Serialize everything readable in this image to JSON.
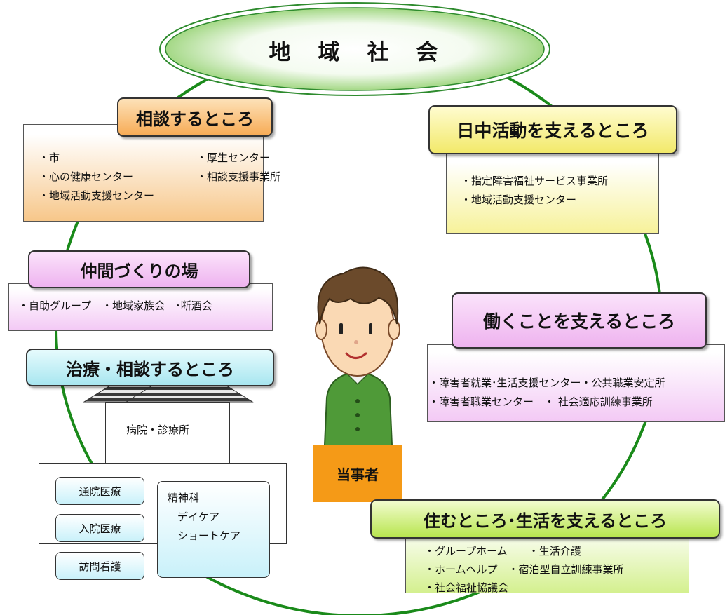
{
  "title": "地　域　社　会",
  "soudan": {
    "heading": "相談するところ",
    "items": [
      "・市",
      "・厚生センター",
      "・心の健康センター",
      "・相談支援事業所",
      "・地域活動支援センター"
    ]
  },
  "nicchu": {
    "heading": "日中活動を支えるところ",
    "items": [
      "・指定障害福祉サービス事業所",
      "・地域活動支援センター"
    ]
  },
  "nakama": {
    "heading": "仲間づくりの場",
    "items": [
      "・自助グループ　・地域家族会　･断酒会"
    ]
  },
  "hataraku": {
    "heading": "働くことを支えるところ",
    "items": [
      "・障害者就業･生活支援センター・公共職業安定所",
      "・障害者職業センター　・ 社会適応訓練事業所"
    ]
  },
  "chiryo": {
    "heading": "治療・相談するところ",
    "building_label": "病院・診療所",
    "services": [
      "通院医療",
      "入院医療",
      "訪問看護"
    ],
    "psychiatry": [
      "精神科",
      "デイケア",
      "ショートケア"
    ]
  },
  "person": {
    "label": "当事者"
  },
  "sumu": {
    "heading": "住むところ･生活を支えるところ",
    "items": [
      "・グループホーム　　・生活介護",
      "・ホームヘルプ　・宿泊型自立訓練事業所",
      "・社会福祉協議会"
    ]
  }
}
